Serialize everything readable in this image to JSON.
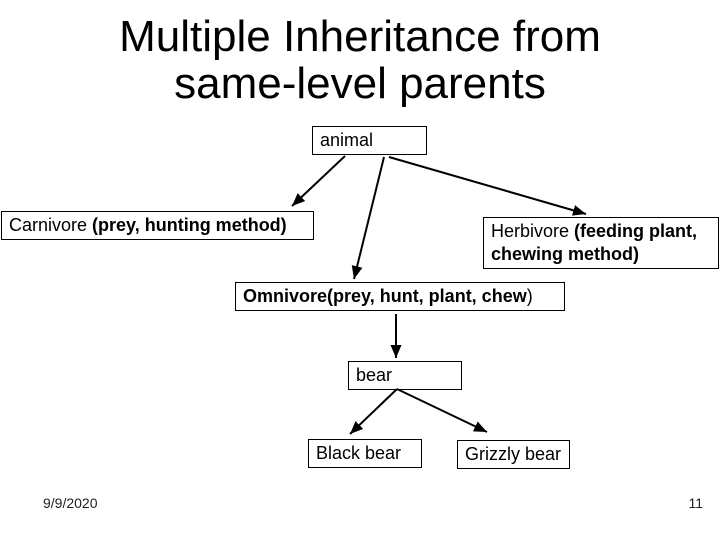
{
  "title": {
    "line1": "Multiple Inheritance from",
    "line2": "same-level parents"
  },
  "nodes": {
    "animal": {
      "label": "animal"
    },
    "carnivore": {
      "label": "Carnivore",
      "detail": " (prey, hunting method)"
    },
    "herbivore": {
      "label": "Herbivore",
      "detail": " (feeding plant, chewing method)"
    },
    "omnivore": {
      "bold": "Omnivore(prey, hunt, plant, chew",
      "suffix": ")"
    },
    "bear": {
      "label": "bear"
    },
    "blackBear": {
      "label": "Black bear"
    },
    "grizzlyBear": {
      "label": "Grizzly bear"
    }
  },
  "edges": [
    {
      "from": "animal",
      "to": "carnivore"
    },
    {
      "from": "animal",
      "to": "omnivore"
    },
    {
      "from": "animal",
      "to": "herbivore"
    },
    {
      "from": "omnivore",
      "to": "bear"
    },
    {
      "from": "bear",
      "to": "blackBear"
    },
    {
      "from": "bear",
      "to": "grizzlyBear"
    }
  ],
  "footer": {
    "date": "9/9/2020",
    "page_number": "11"
  },
  "colors": {
    "background": "#ffffff",
    "box_fill": "#ffffff",
    "box_border": "#000000",
    "text": "#000000",
    "connector": "#000000"
  }
}
